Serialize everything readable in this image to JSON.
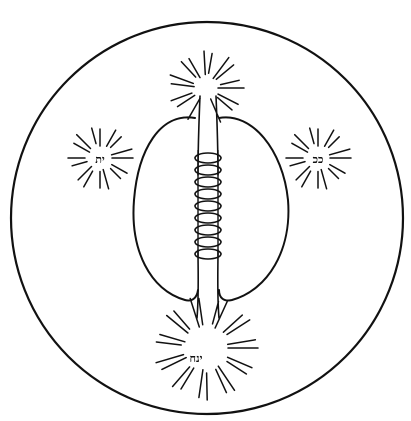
{
  "labels": {
    "top": "",
    "left": "ית",
    "right": "ככ",
    "bottom_symbol": "",
    "bottom_text": "ינח"
  },
  "colors": {
    "ink": "#111111",
    "background": "#ffffff"
  }
}
